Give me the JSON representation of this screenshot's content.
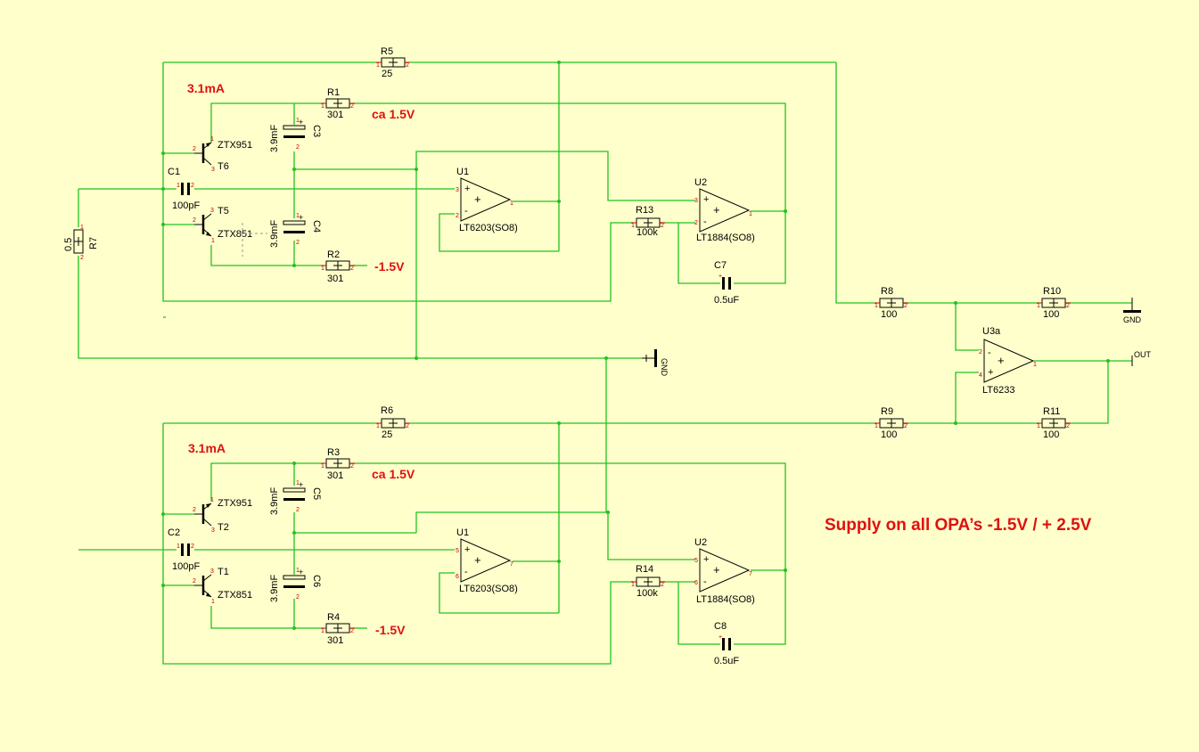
{
  "colors": {
    "background": "#ffffcc",
    "wire": "#1ec41e",
    "annotation": "#e01010",
    "pin": "#c00000"
  },
  "annotations": {
    "top_current": "3.1mA",
    "top_ca": "ca 1.5V",
    "top_neg": "-1.5V",
    "bot_current": "3.1mA",
    "bot_ca": "ca 1.5V",
    "bot_neg": "-1.5V",
    "supply": "Supply on all OPA’s -1.5V  / + 2.5V"
  },
  "resistors": {
    "R5": {
      "ref": "R5",
      "value": "25"
    },
    "R1": {
      "ref": "R1",
      "value": "301"
    },
    "R2": {
      "ref": "R2",
      "value": "301"
    },
    "R13": {
      "ref": "R13",
      "value": "100k"
    },
    "R7": {
      "ref": "R7",
      "value": "0.5"
    },
    "R8": {
      "ref": "R8",
      "value": "100"
    },
    "R10": {
      "ref": "R10",
      "value": "100"
    },
    "R9": {
      "ref": "R9",
      "value": "100"
    },
    "R11": {
      "ref": "R11",
      "value": "100"
    },
    "R6": {
      "ref": "R6",
      "value": "25"
    },
    "R3": {
      "ref": "R3",
      "value": "301"
    },
    "R4": {
      "ref": "R4",
      "value": "301"
    },
    "R14": {
      "ref": "R14",
      "value": "100k"
    }
  },
  "capacitors": {
    "C1": {
      "ref": "C1",
      "value": "100pF"
    },
    "C2": {
      "ref": "C2",
      "value": "100pF"
    },
    "C3": {
      "ref": "C3",
      "value": "3.9mF"
    },
    "C4": {
      "ref": "C4",
      "value": "3.9mF"
    },
    "C5": {
      "ref": "C5",
      "value": "3.9mF"
    },
    "C6": {
      "ref": "C6",
      "value": "3.9mF"
    },
    "C7": {
      "ref": "C7",
      "value": "0.5uF"
    },
    "C8": {
      "ref": "C8",
      "value": "0.5uF"
    }
  },
  "transistors": {
    "T6": {
      "ref": "T6",
      "part": "ZTX951"
    },
    "T5": {
      "ref": "T5",
      "part": "ZTX851"
    },
    "T2": {
      "ref": "T2",
      "part": "ZTX951"
    },
    "T1": {
      "ref": "T1",
      "part": "ZTX851"
    }
  },
  "opamps": {
    "U1_top": {
      "ref": "U1",
      "part": "LT6203(SO8)"
    },
    "U2_top": {
      "ref": "U2",
      "part": "LT1884(SO8)"
    },
    "U1_bot": {
      "ref": "U1",
      "part": "LT6203(SO8)"
    },
    "U2_bot": {
      "ref": "U2",
      "part": "LT1884(SO8)"
    },
    "U3a": {
      "ref": "U3a",
      "part": "LT6233"
    }
  },
  "nets": {
    "gnd_mid": "GND",
    "gnd_right": "GND",
    "out": "OUT"
  }
}
